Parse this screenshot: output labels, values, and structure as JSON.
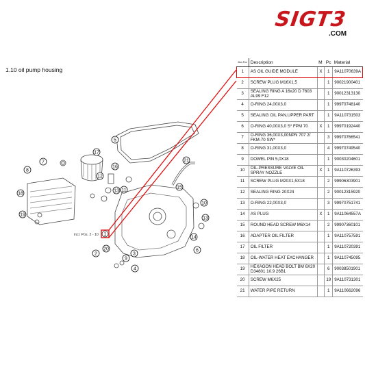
{
  "logo": {
    "text": "SIGT3",
    "domain": ".COM"
  },
  "section": {
    "title": "1.10  oil pump housing"
  },
  "diagram": {
    "incl_note": "incl. Pos. 2 - 10",
    "callouts": [
      "1",
      "2",
      "3",
      "4",
      "5",
      "6",
      "7",
      "8",
      "9",
      "10",
      "11",
      "12",
      "13",
      "14",
      "15",
      "16",
      "17",
      "18",
      "19",
      "20",
      "21"
    ]
  },
  "table": {
    "headers": {
      "pos": "Illus.Pos",
      "description": "Description",
      "m": "M",
      "qty": "Pc",
      "material": "Material"
    },
    "rows": [
      {
        "pos": "1",
        "desc": "AS OIL GUIDE MODULE",
        "m": "X",
        "qty": "1",
        "mat": "9A11070639A",
        "highlight": true
      },
      {
        "pos": "2",
        "desc": "SCREW PLUG M16X1,5",
        "m": "",
        "qty": "1",
        "mat": "90021900401"
      },
      {
        "pos": "3",
        "desc": "SEALING RING A 16x20 D 7603 AL99 F12",
        "m": "",
        "qty": "1",
        "mat": "90012313130"
      },
      {
        "pos": "4",
        "desc": "O-RING 24,00X3,0",
        "m": "",
        "qty": "1",
        "mat": "99970748140"
      },
      {
        "pos": "5",
        "desc": "SEALING OIL PAN,UPPER PART",
        "m": "",
        "qty": "1",
        "mat": "9A110731503"
      },
      {
        "pos": "6",
        "desc": "O-RING 40,00X3,0 S* FPM 70",
        "m": "X",
        "qty": "1",
        "mat": "99970192440"
      },
      {
        "pos": "7",
        "desc": "O-RING 36,00X3,00NPN 707 2/ FKM-70 SW*",
        "m": "",
        "qty": "3",
        "mat": "99970766541"
      },
      {
        "pos": "8",
        "desc": "O-RING 31,00X3,0",
        "m": "",
        "qty": "4",
        "mat": "99970749540"
      },
      {
        "pos": "9",
        "desc": "DOWEL PIN 5,0X18",
        "m": "",
        "qty": "1",
        "mat": "90030204601"
      },
      {
        "pos": "10",
        "desc": "OIL-PRESSURE VALVE OIL SPRAY NOZZLE",
        "m": "X",
        "qty": "1",
        "mat": "9A110726393"
      },
      {
        "pos": "11",
        "desc": "SCREW PLUG M20X1,5X18",
        "m": "",
        "qty": "2",
        "mat": "99906303901"
      },
      {
        "pos": "12",
        "desc": "SEALING RING 20X24",
        "m": "",
        "qty": "2",
        "mat": "90012315920"
      },
      {
        "pos": "13",
        "desc": "O-RING 22,00X3,0",
        "m": "",
        "qty": "3",
        "mat": "99970751741"
      },
      {
        "pos": "14",
        "desc": "AS PLUG",
        "m": "X",
        "qty": "1",
        "mat": "9A11064557A"
      },
      {
        "pos": "15",
        "desc": "ROUND HEAD SCREW M6X14",
        "m": "",
        "qty": "2",
        "mat": "99907360101"
      },
      {
        "pos": "16",
        "desc": "ADAPTER OIL FILTER",
        "m": "",
        "qty": "1",
        "mat": "9A110757591"
      },
      {
        "pos": "17",
        "desc": "OIL FILTER",
        "m": "",
        "qty": "1",
        "mat": "9A110720391"
      },
      {
        "pos": "18",
        "desc": "OIL-WATER HEAT EXCHANGER",
        "m": "",
        "qty": "1",
        "mat": "9A110745095"
      },
      {
        "pos": "19",
        "desc": "HEXAGON HEAD BOLT BM 6X20 D34801 10.9 26B1",
        "m": "",
        "qty": "6",
        "mat": "90038501901"
      },
      {
        "pos": "20",
        "desc": "SCREW M6X25",
        "m": "",
        "qty": "19",
        "mat": "9A110731301"
      },
      {
        "pos": "21",
        "desc": "WATER PIPE RETURN",
        "m": "",
        "qty": "1",
        "mat": "9A110662096"
      }
    ]
  },
  "colors": {
    "brand": "#c8161d",
    "highlight": "#dd1111"
  }
}
